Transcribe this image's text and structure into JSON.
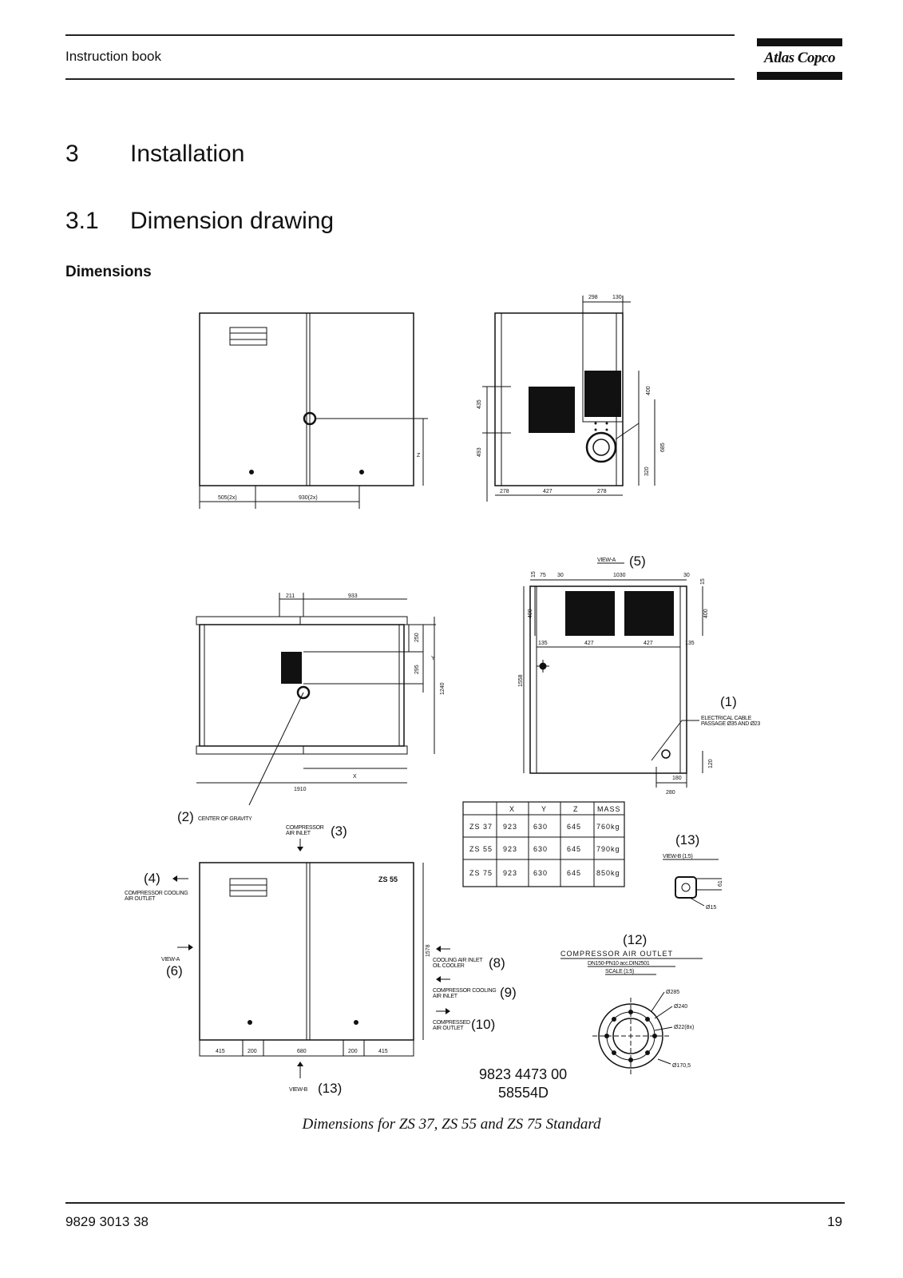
{
  "header": {
    "title": "Instruction book",
    "logo": "Atlas Copco"
  },
  "section": {
    "number": "3",
    "title": "Installation"
  },
  "subsection": {
    "number": "3.1",
    "title": "Dimension drawing"
  },
  "subheading": "Dimensions",
  "drawing": {
    "labels": {
      "l1": "(1)",
      "l1_text_a": "ELECTRICAL CABLE",
      "l1_text_b": "PASSAGE Ø35 AND Ø23",
      "l2": "(2)",
      "l2_text": "CENTER OF GRAVITY",
      "l3": "(3)",
      "l3_text_a": "COMPRESSOR",
      "l3_text_b": "AIR INLET",
      "l4": "(4)",
      "l4_text_a": "COMPRESSOR COOLING",
      "l4_text_b": "AIR OUTLET",
      "l5": "(5)",
      "l5_text": "VIEW-A",
      "l6": "(6)",
      "l6_text": "VIEW-A",
      "l8": "(8)",
      "l8_text_a": "COOLING AIR INLET",
      "l8_text_b": "OIL COOLER",
      "l9": "(9)",
      "l9_text_a": "COMPRESSOR COOLING",
      "l9_text_b": "AIR INLET",
      "l10": "(10)",
      "l10_text_a": "COMPRESSED",
      "l10_text_b": "AIR OUTLET",
      "l12": "(12)",
      "l12_text_a": "COMPRESSOR AIR OUTLET",
      "l12_text_b": "DN150-PN10 acc.DIN2501",
      "l12_text_c": "SCALE (1:5)",
      "l13a": "(13)",
      "l13a_text": "VIEW-B (1:5)",
      "l13b": "(13)",
      "l13b_text": "VIEW-B"
    },
    "dims": {
      "d505": "505(2x)",
      "d930": "930(2x)",
      "dZ": "Z",
      "d298": "298",
      "d130": "130",
      "d435": "435",
      "d493": "493",
      "d400": "400",
      "d685": "685",
      "d320": "320",
      "d278a": "278",
      "d427a": "427",
      "d278b": "278",
      "d211": "211",
      "d933": "933",
      "d250": "250",
      "d295": "295",
      "dY": "Y",
      "d1240": "1240",
      "d1910": "1910",
      "dX": "X",
      "d15a": "15",
      "d75": "75",
      "d30a": "30",
      "d1030": "1030",
      "d30b": "30",
      "d15b": "15",
      "d400a": "400",
      "d400b": "400",
      "d135a": "135",
      "d427b": "427",
      "d427c": "427",
      "d135b": "135",
      "d1558": "1558",
      "d120": "120",
      "d180": "180",
      "d280": "280",
      "d1578": "1578",
      "d415a": "415",
      "d200a": "200",
      "d680": "680",
      "d200b": "200",
      "d415b": "415",
      "d61": "61",
      "d15c": "Ø15",
      "f285": "Ø285",
      "f240": "Ø240",
      "f22": "Ø22(8x)",
      "f1705": "Ø170,5"
    },
    "mass_table": {
      "headers": [
        "",
        "X",
        "Y",
        "Z",
        "MASS"
      ],
      "rows": [
        [
          "ZS 37",
          "923",
          "630",
          "645",
          "760kg"
        ],
        [
          "ZS 55",
          "923",
          "630",
          "645",
          "790kg"
        ],
        [
          "ZS 75",
          "923",
          "630",
          "645",
          "850kg"
        ]
      ]
    },
    "badge": "ZS 55",
    "doc_number": "9823 4473 00",
    "doc_revision": "58554D"
  },
  "caption": "Dimensions for ZS 37, ZS 55 and ZS 75 Standard",
  "footer": {
    "doc_number": "9829 3013 38",
    "page": "19"
  }
}
